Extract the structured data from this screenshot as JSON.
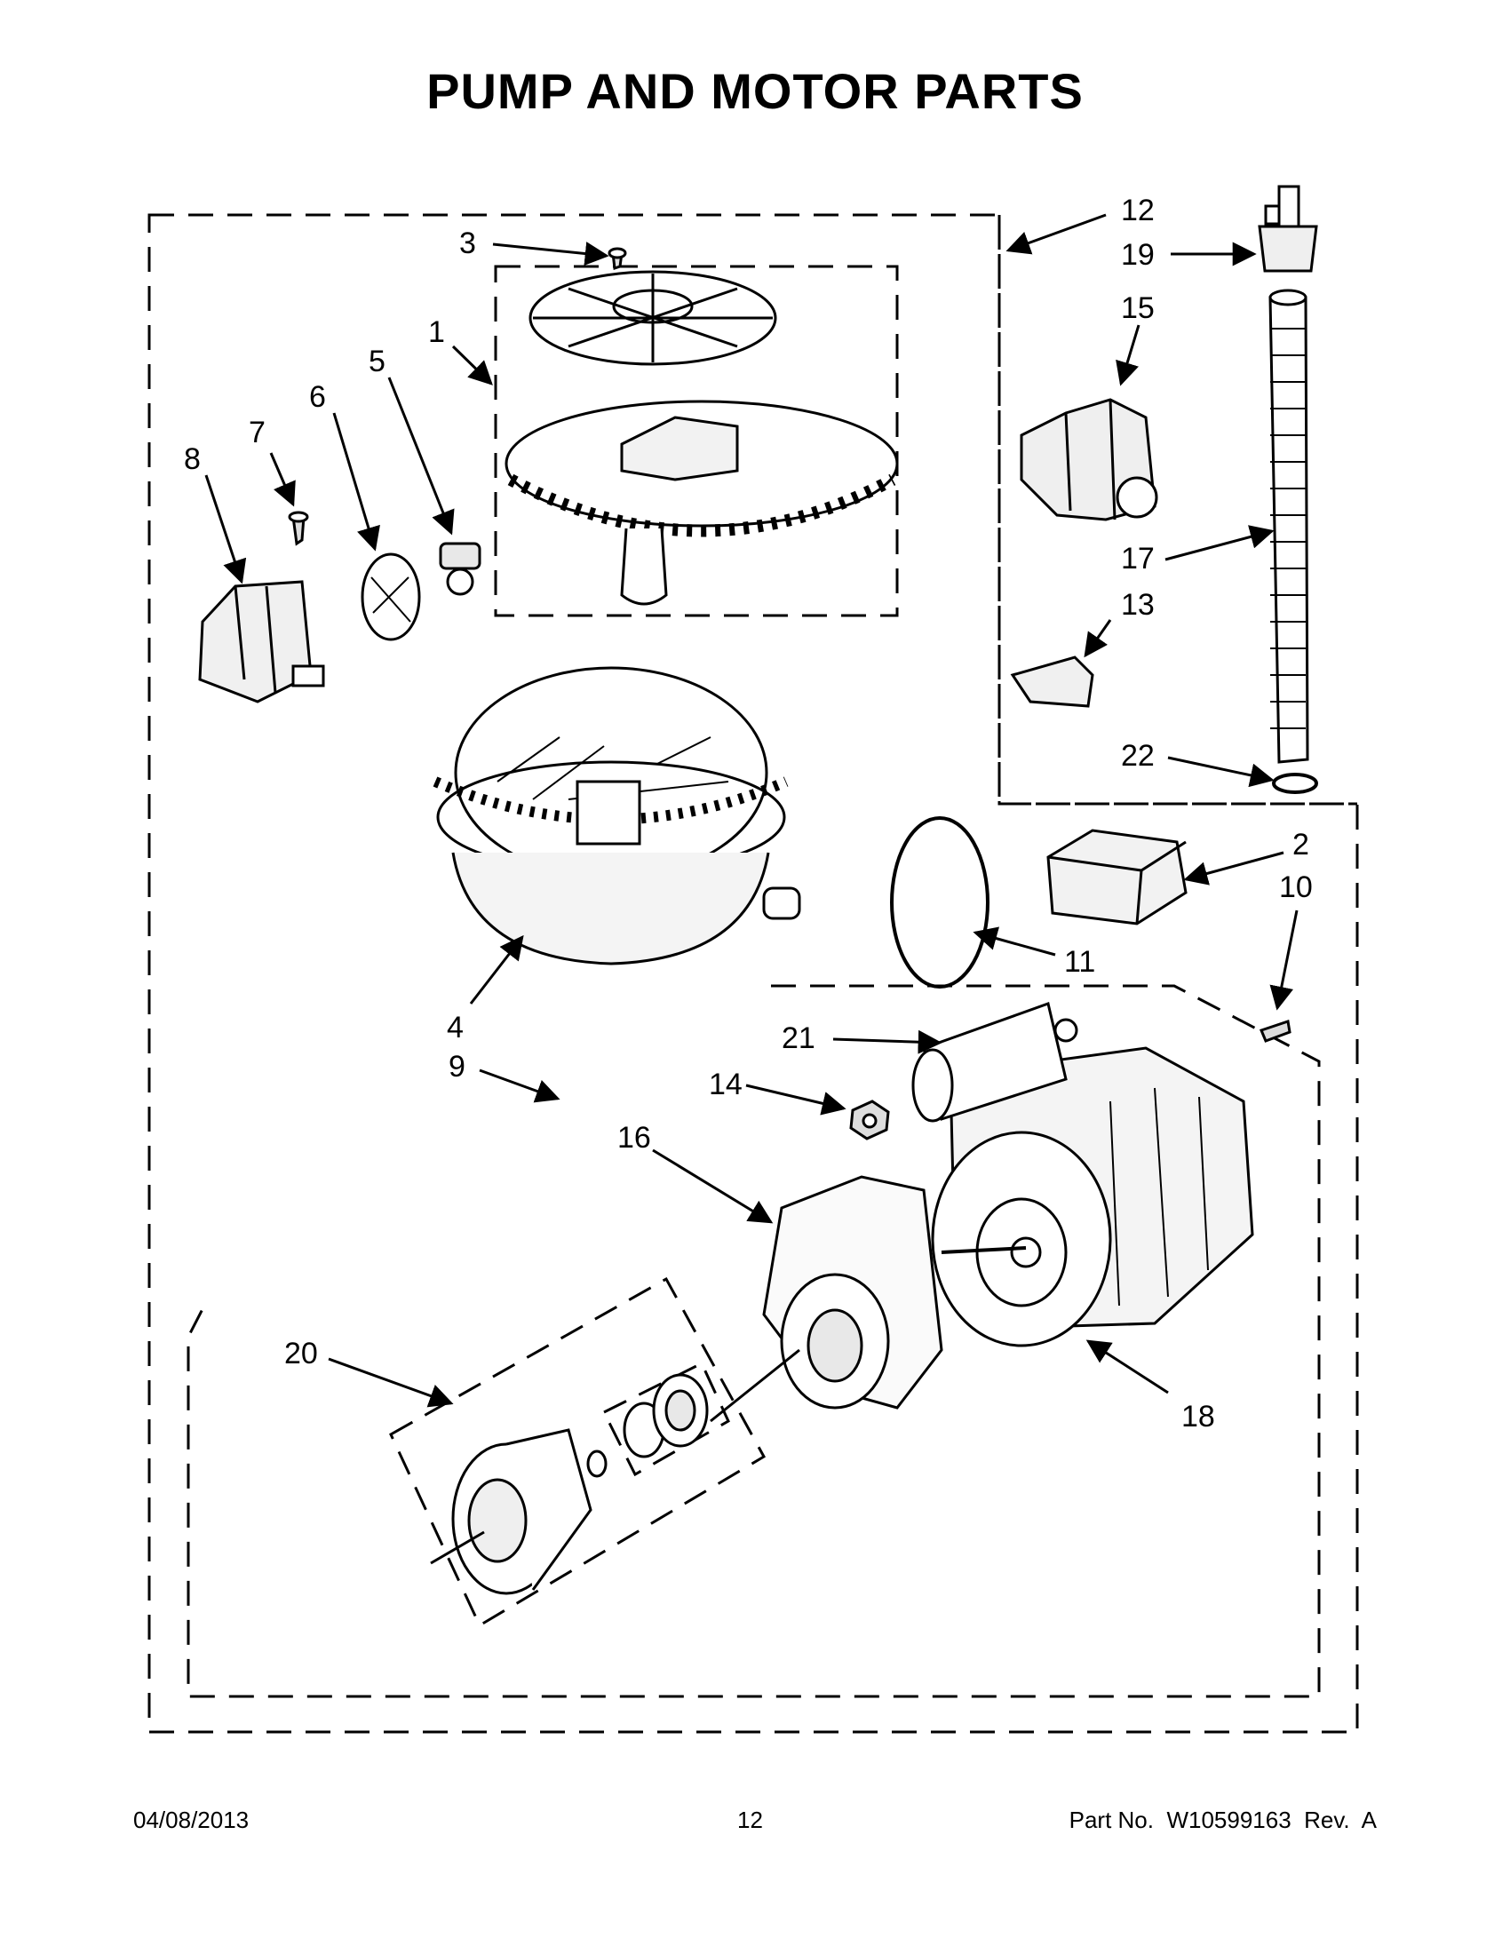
{
  "title": "PUMP AND MOTOR PARTS",
  "callouts": [
    "1",
    "2",
    "3",
    "4",
    "5",
    "6",
    "7",
    "8",
    "9",
    "10",
    "11",
    "12",
    "13",
    "14",
    "15",
    "16",
    "17",
    "18",
    "19",
    "20",
    "21",
    "22"
  ],
  "footer": {
    "date": "04/08/2013",
    "page": "12",
    "part": "Part No.  W10599163  Rev.  A"
  }
}
